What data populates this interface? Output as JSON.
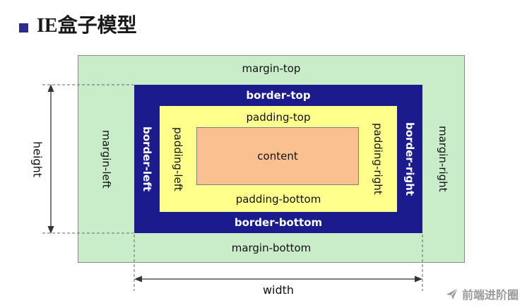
{
  "title": "IE盒子模型",
  "box_model": {
    "margin_top": "margin-top",
    "margin_bottom": "margin-bottom",
    "margin_left": "margin-left",
    "margin_right": "margin-right",
    "border_top": "border-top",
    "border_bottom": "border-bottom",
    "border_left": "border-left",
    "border_right": "border-right",
    "padding_top": "padding-top",
    "padding_bottom": "padding-bottom",
    "padding_left": "padding-left",
    "padding_right": "padding-right",
    "content": "content"
  },
  "dimensions": {
    "height_label": "height",
    "width_label": "width"
  },
  "watermark": {
    "text": "前端进阶圈"
  },
  "colors": {
    "margin_bg": "#c9ecc9",
    "border_bg": "#1b1b8e",
    "padding_bg": "#ffff8c",
    "content_bg": "#fac090",
    "title_bullet": "#2c2c8f",
    "watermark_text": "#9a9a9a"
  }
}
